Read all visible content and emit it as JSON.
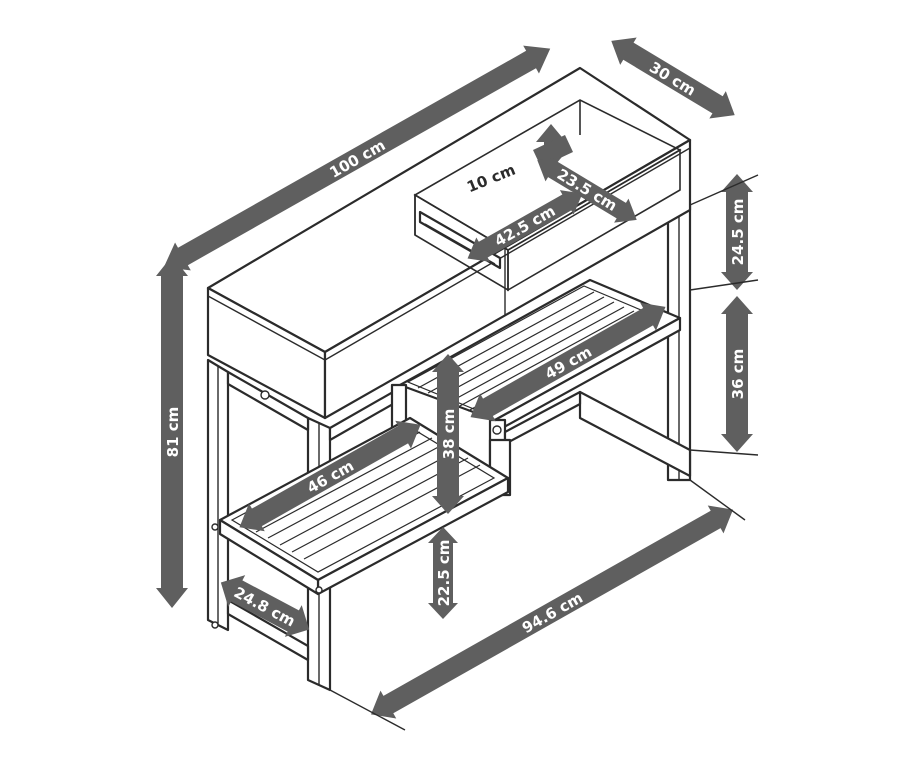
{
  "dimensions": {
    "width_total": "100 cm",
    "depth": "30 cm",
    "drawer_height": "10 cm",
    "drawer_width": "23.5 cm",
    "drawer_depth": "42.5 cm",
    "drawer_section_height": "24.5 cm",
    "upper_shelf_clearance": "36 cm",
    "overall_height": "81 cm",
    "upper_shelf_width": "49 cm",
    "middle_clearance": "38 cm",
    "lower_shelf_width": "46 cm",
    "lower_clearance": "22.5 cm",
    "bottom_depth": "24.8 cm",
    "base_width": "94.6 cm"
  },
  "colors": {
    "arrow": "#5f5f5f",
    "line": "#2b2b2b",
    "background": "#ffffff"
  }
}
